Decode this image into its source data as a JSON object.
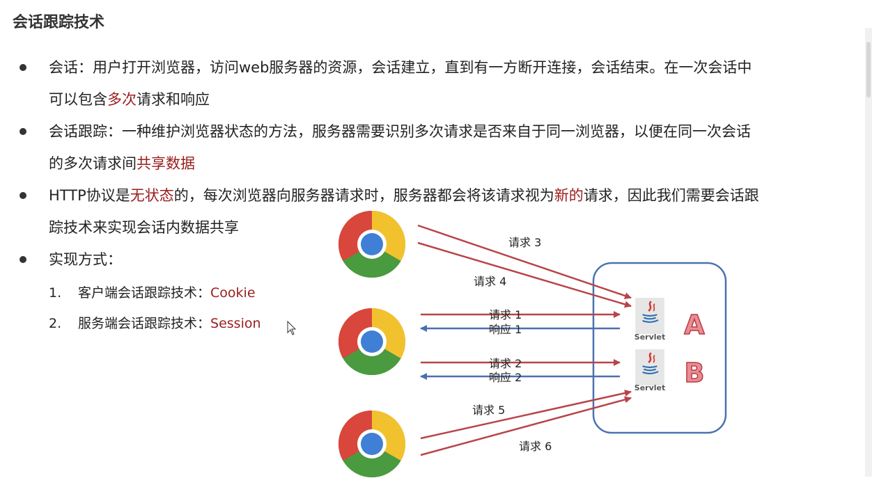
{
  "title": "会话跟踪技术",
  "bullets": [
    {
      "line1_pre": "会话：用户打开浏览器，访问web服务器的资源，会话建立，直到有一方断开连接，会话结束。在一次会话中",
      "line2_pre": "可以包含",
      "line2_hl": "多次",
      "line2_post": "请求和响应"
    },
    {
      "line1_pre": "会话跟踪：一种维护浏览器状态的方法，服务器需要识别多次请求是否来自于同一浏览器，以便在同一次会话",
      "line2_pre": "的多次请求间",
      "line2_hl": "共享数据",
      "line2_post": ""
    },
    {
      "line1_a": "HTTP协议是",
      "line1_hl1": "无状态",
      "line1_b": "的，每次浏览器向服务器请求时，服务器都会将该请求视为",
      "line1_hl2": "新的",
      "line1_c": "请求，因此我们需要会话跟",
      "line2": "踪技术来实现会话内数据共享"
    },
    {
      "line1": "实现方式："
    }
  ],
  "methods": [
    {
      "num": "1.",
      "label": "客户端会话跟踪技术：",
      "value": "Cookie"
    },
    {
      "num": "2.",
      "label": "服务端会话跟踪技术：",
      "value": "Session"
    }
  ],
  "diagram": {
    "labels": {
      "req3": "请求 3",
      "req4": "请求 4",
      "req1": "请求 1",
      "resp1": "响应 1",
      "req2": "请求 2",
      "resp2": "响应 2",
      "req5": "请求 5",
      "req6": "请求 6"
    },
    "servlet_label": "Servlet",
    "letters": [
      "A",
      "B"
    ]
  },
  "colors": {
    "highlight": "#9b1c1c",
    "request_arrow": "#b8444a",
    "response_arrow": "#4a6fae",
    "server_box": "#4a72b0"
  }
}
